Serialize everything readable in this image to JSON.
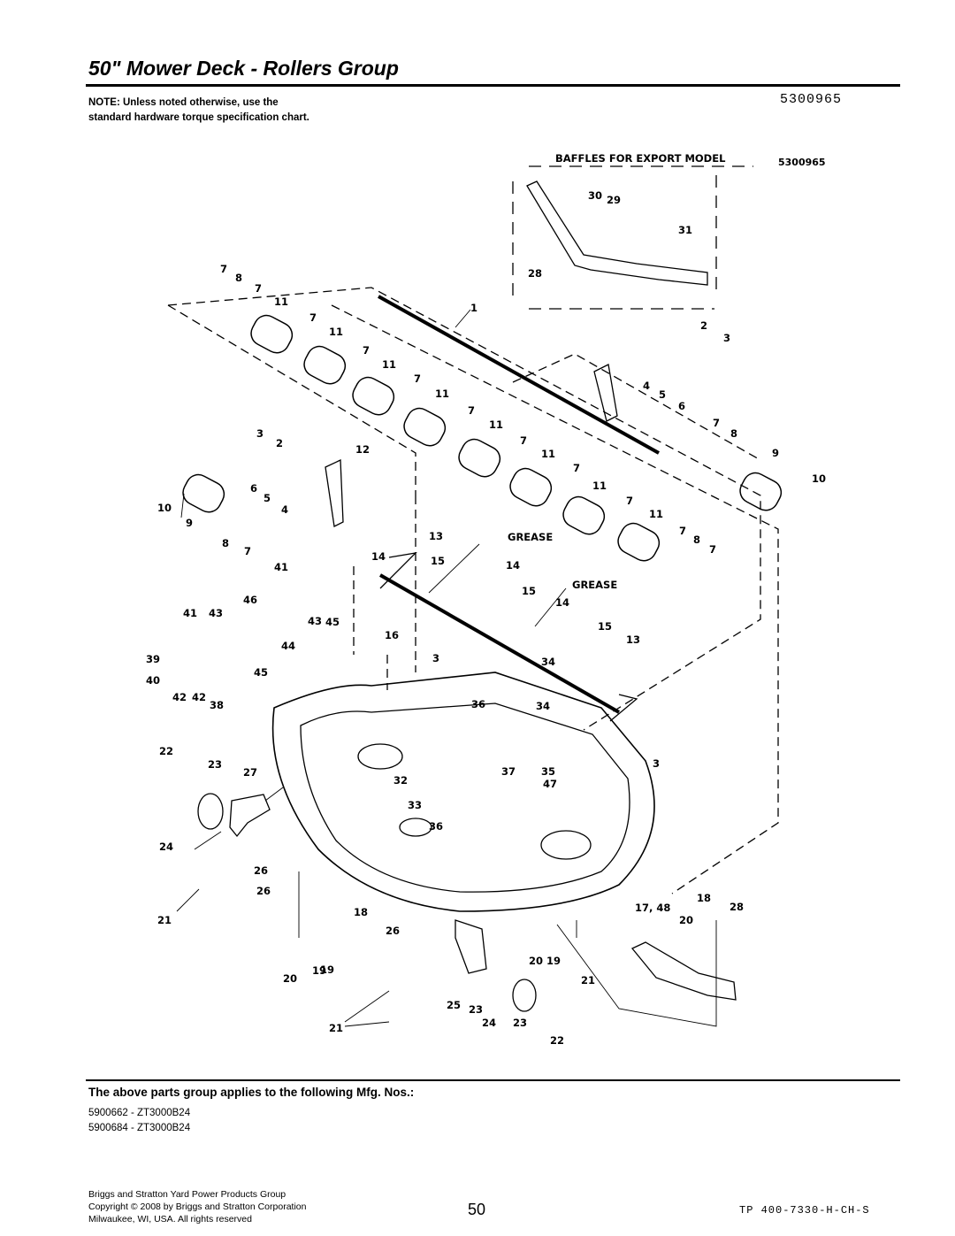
{
  "header": {
    "title": "50\" Mower Deck - Rollers Group",
    "note": "NOTE: Unless noted otherwise, use the standard hardware torque specification chart.",
    "doc_number": "5300965"
  },
  "diagram": {
    "inset": {
      "title": "BAFFLES FOR EXPORT MODEL",
      "ref": "5300965",
      "callouts": [
        "30",
        "29",
        "31",
        "28"
      ]
    },
    "callouts": [
      "1",
      "2",
      "3",
      "4",
      "5",
      "6",
      "7",
      "8",
      "9",
      "10",
      "11",
      "12",
      "13",
      "14",
      "15",
      "16",
      "17, 48",
      "18",
      "19",
      "20",
      "21",
      "22",
      "23",
      "24",
      "25",
      "26",
      "27",
      "28",
      "32",
      "33",
      "34",
      "35",
      "36",
      "37",
      "38",
      "39",
      "40",
      "41",
      "42",
      "43",
      "44",
      "45",
      "46",
      "47"
    ],
    "grease_label": "GREASE"
  },
  "applies": {
    "heading": "The above parts group applies to the following Mfg. Nos.:",
    "items": [
      "5900662 - ZT3000B24",
      "5900684 - ZT3000B24"
    ]
  },
  "footer": {
    "company": "Briggs and Stratton Yard Power Products Group",
    "copyright": "Copyright © 2008 by Briggs and Stratton Corporation",
    "location": "Milwaukee, WI, USA. All rights reserved",
    "page": "50",
    "code": "TP 400-7330-H-CH-S"
  }
}
